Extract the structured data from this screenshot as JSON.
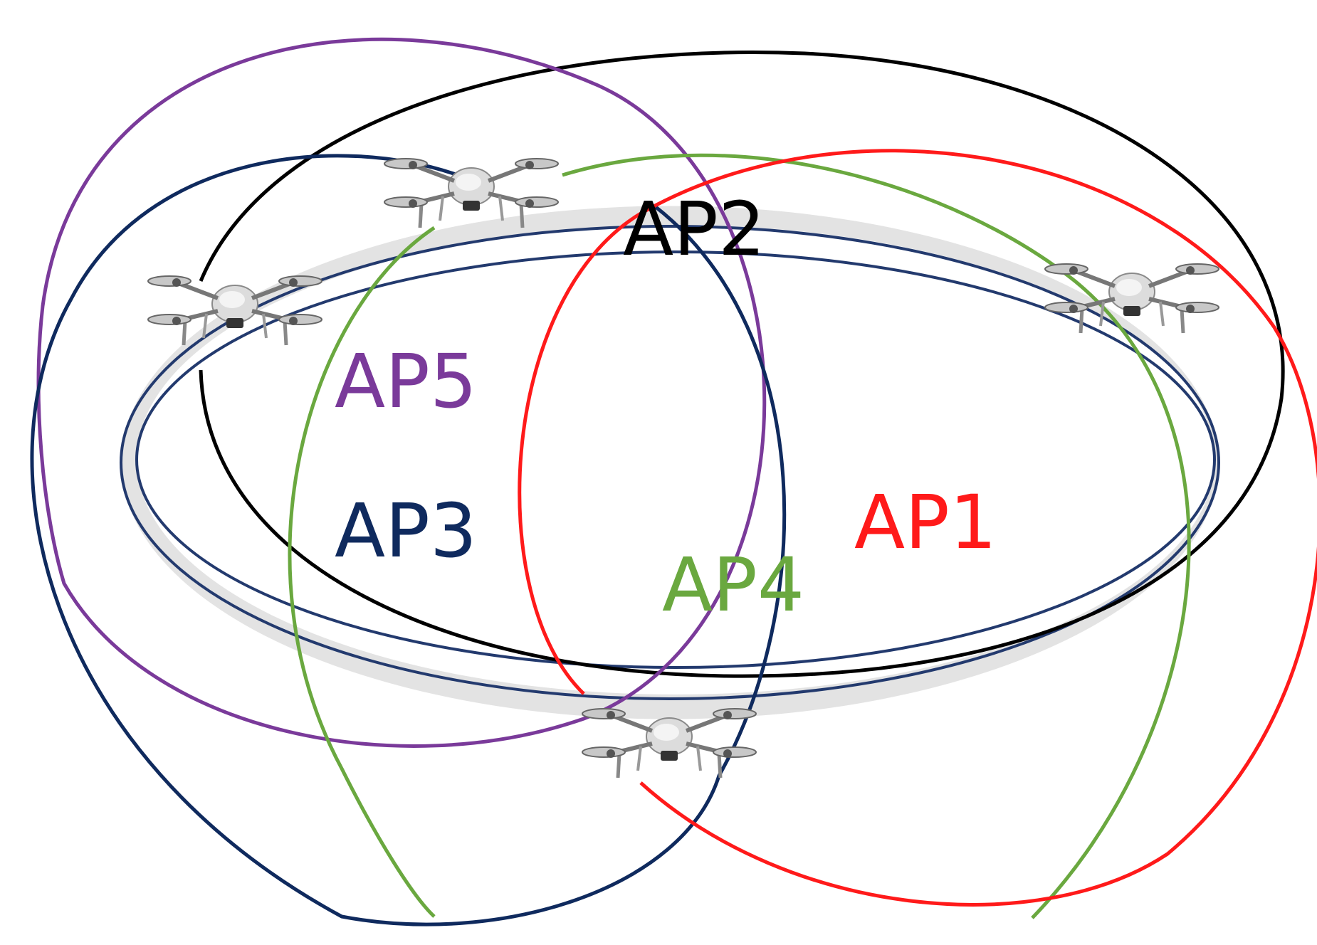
{
  "colors": {
    "ap1": "#ff1a1a",
    "ap2": "#000000",
    "ap3": "#0f2a5e",
    "ap4": "#6aa83f",
    "ap5": "#7a3a9a",
    "track_fill": "#e3e3e3",
    "track_stroke": "#233a6e"
  },
  "labels": {
    "ap1": "AP1",
    "ap2": "AP2",
    "ap3": "AP3",
    "ap4": "AP4",
    "ap5": "AP5"
  },
  "icons": {
    "drone": "drone-icon"
  }
}
